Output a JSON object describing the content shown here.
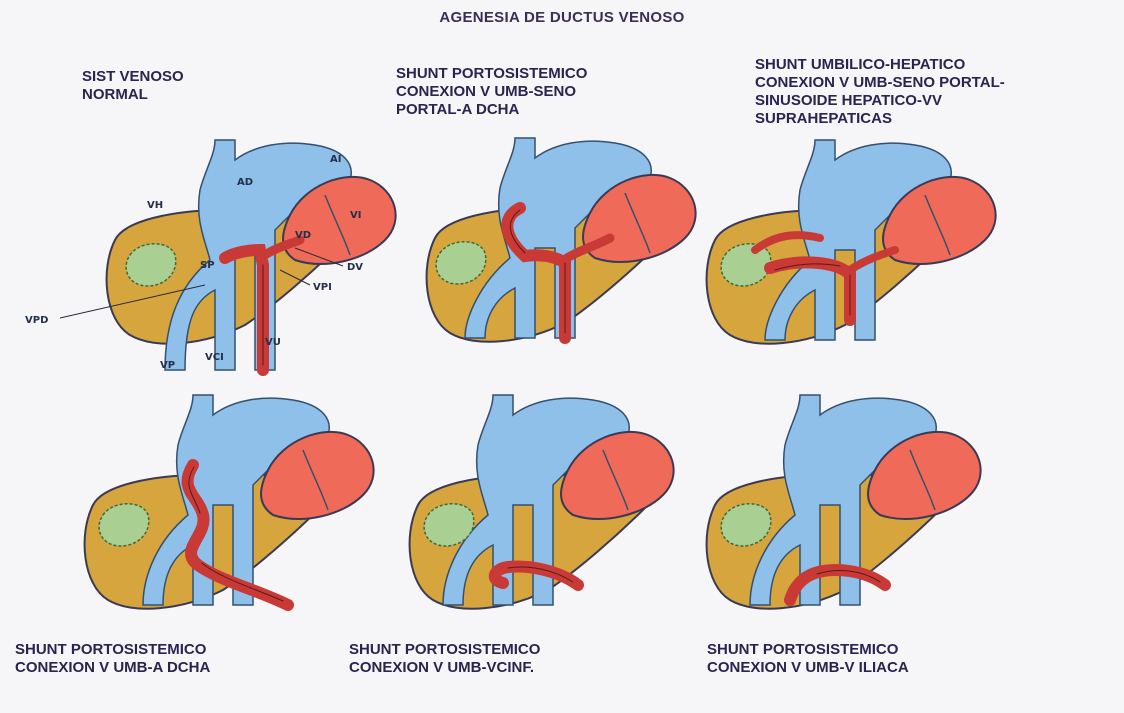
{
  "title": "AGENESIA DE DUCTUS VENOSO",
  "panels": [
    {
      "caption": "SIST VENOSO\nNORMAL",
      "labels": {
        "ad": "AD",
        "ai": "AI",
        "vh": "VH",
        "vi": "VI",
        "vd": "VD",
        "dv": "DV",
        "vpd": "VPD",
        "vpi": "VPI",
        "vp": "VP",
        "vci": "VCI",
        "vu": "VU",
        "sp": "SP"
      }
    },
    {
      "caption": "SHUNT PORTOSISTEMICO\nCONEXION V UMB-SENO\nPORTAL-A DCHA"
    },
    {
      "caption": "SHUNT UMBILICO-HEPATICO\nCONEXION V UMB-SENO PORTAL-\nSINUSOIDE HEPATICO-VV\nSUPRAHEPATICAS"
    },
    {
      "caption": "SHUNT PORTOSISTEMICO\nCONEXION V UMB-A DCHA"
    },
    {
      "caption": "SHUNT PORTOSISTEMICO\nCONEXION V UMB-VCINF."
    },
    {
      "caption": "SHUNT PORTOSISTEMICO\nCONEXION V UMB-V ILIACA"
    }
  ],
  "colors": {
    "liver": "#d7a53d",
    "vein_blue": "#8fc0ea",
    "heart_red": "#ef6a58",
    "umbilical_red": "#c93a36",
    "sinusoid_green": "#a9cf93"
  }
}
